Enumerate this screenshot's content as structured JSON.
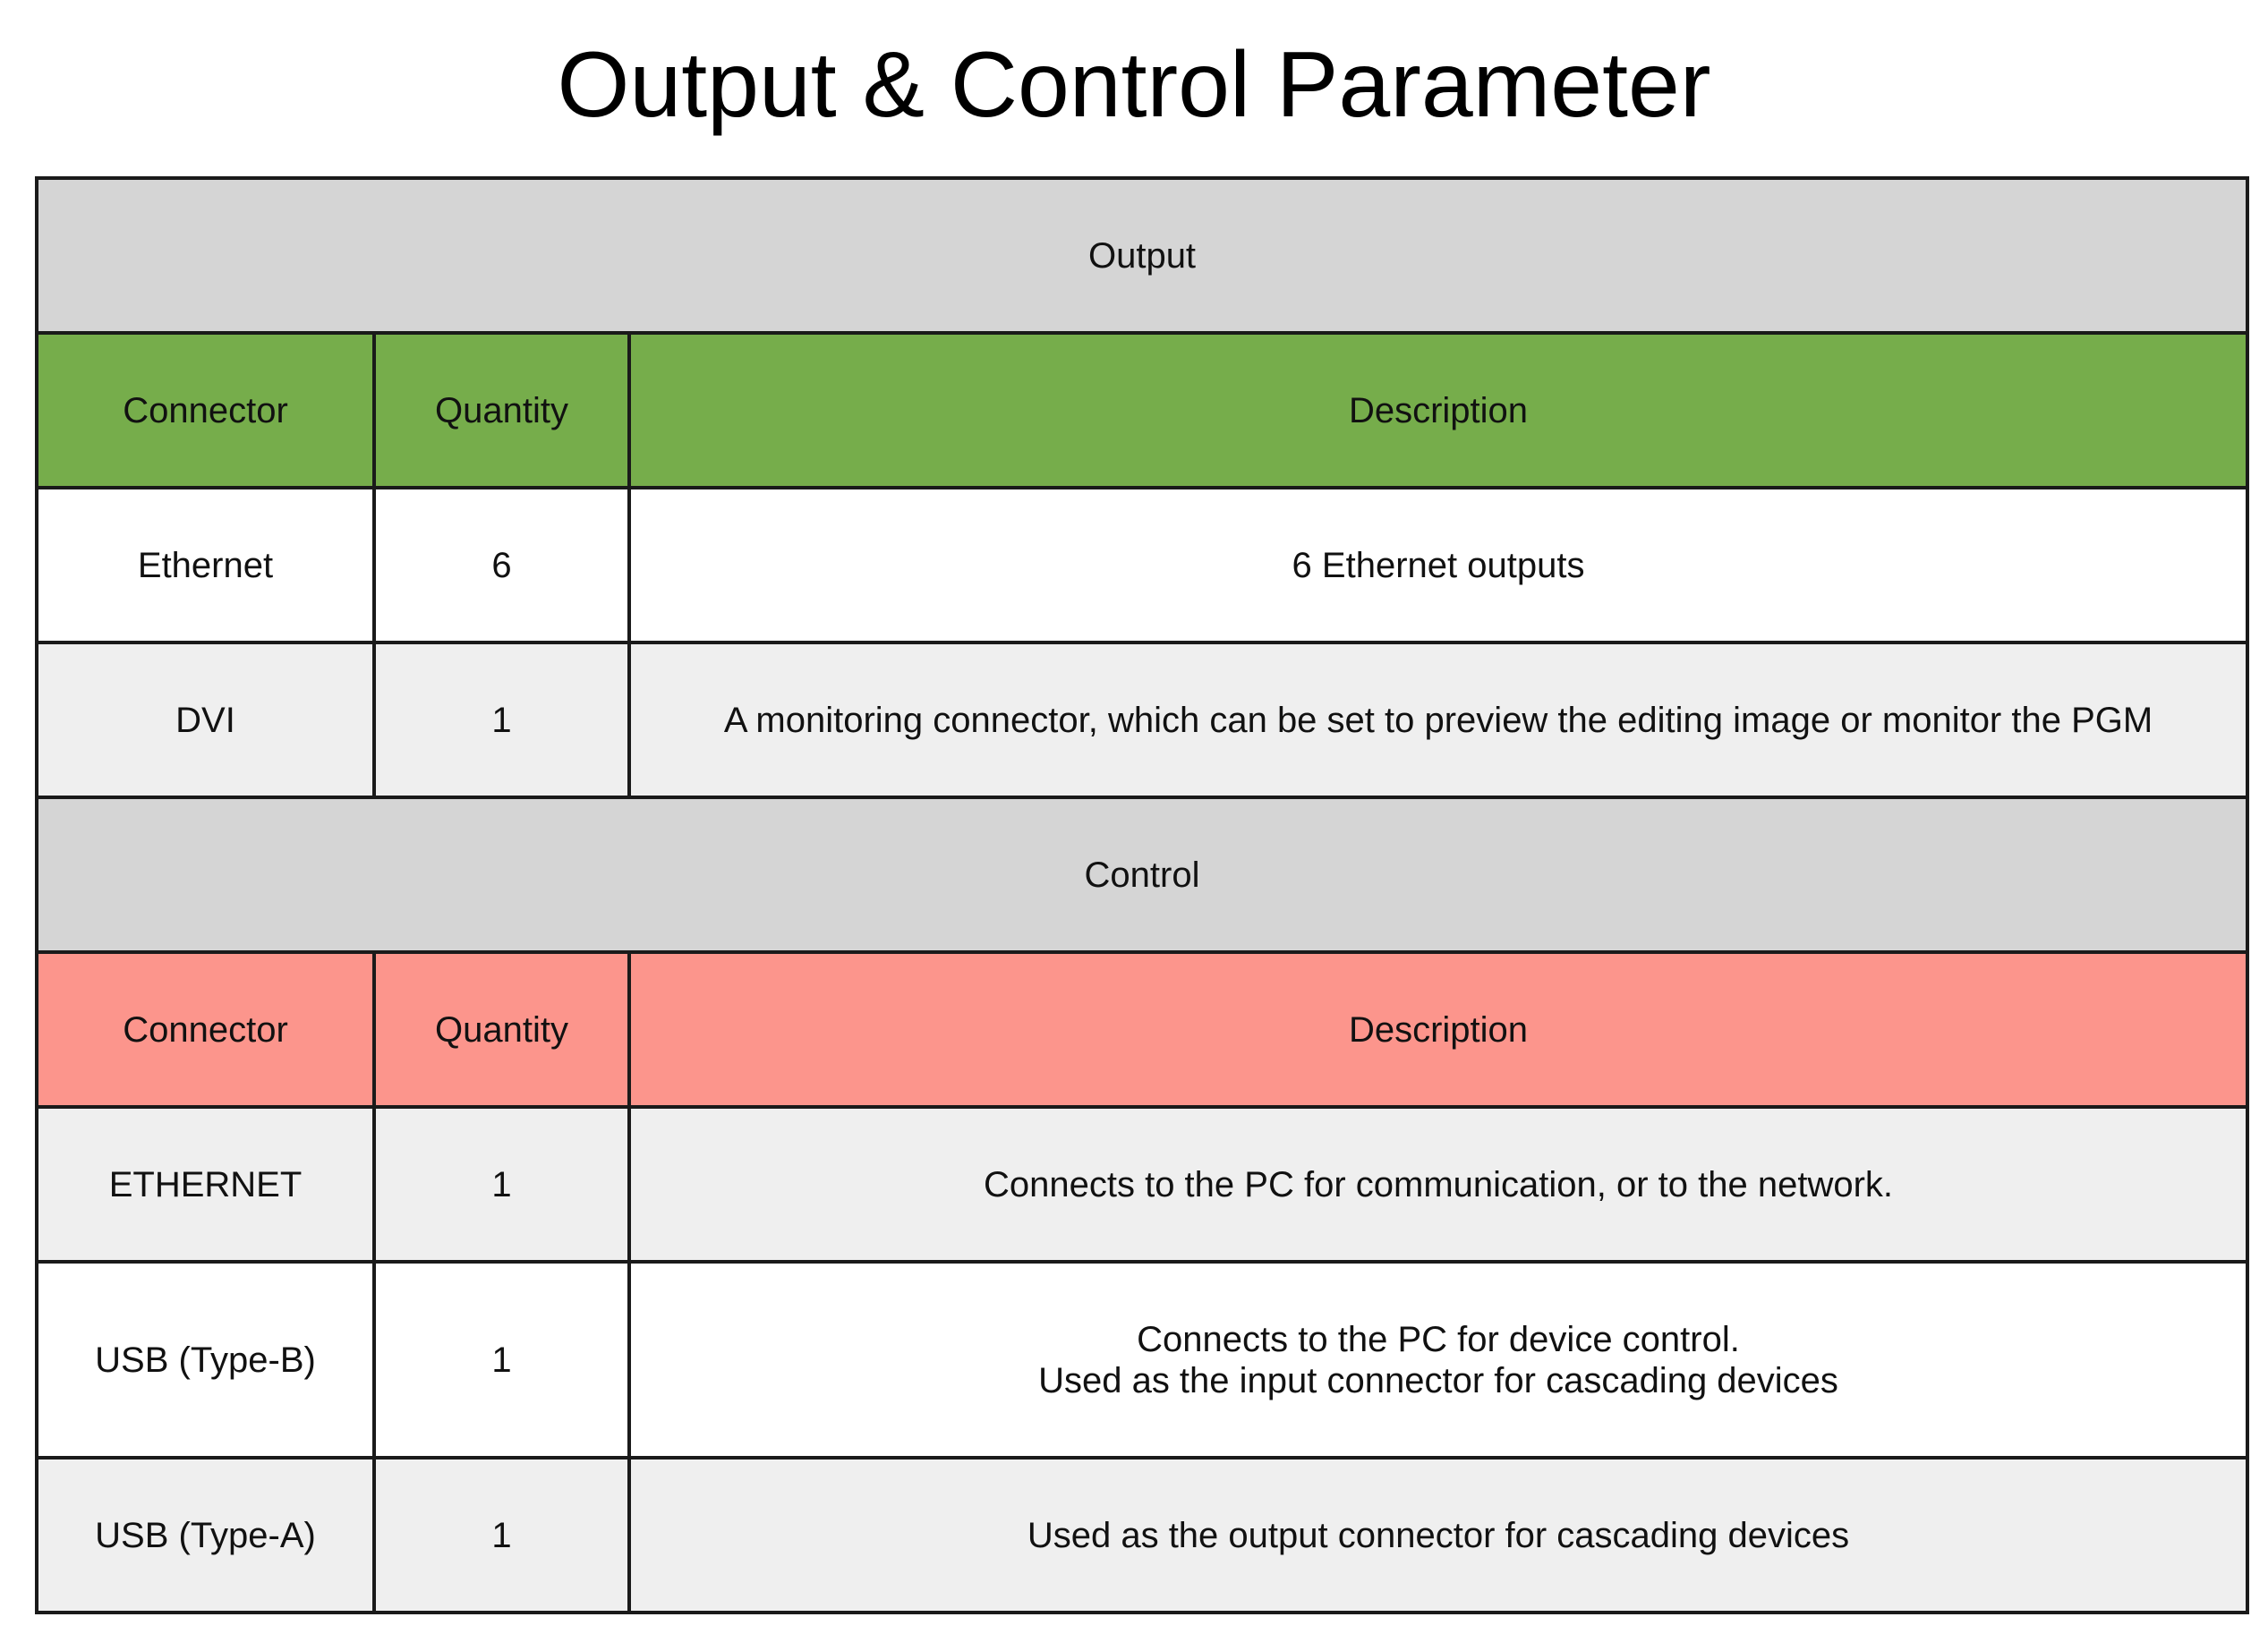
{
  "title": "Output & Control Parameter",
  "colors": {
    "section_band": "#d5d5d5",
    "output_header": "#76ad4b",
    "control_header": "#fc958c",
    "row_white": "#ffffff",
    "row_grey": "#efefef",
    "border": "#1a1a1a"
  },
  "output": {
    "section_label": "Output",
    "headers": {
      "connector": "Connector",
      "quantity": "Quantity",
      "description": "Description"
    },
    "rows": [
      {
        "connector": "Ethernet",
        "quantity": "6",
        "description": "6 Ethernet outputs"
      },
      {
        "connector": "DVI",
        "quantity": "1",
        "description": "A monitoring connector, which can be set to preview the editing image or monitor the PGM"
      }
    ]
  },
  "control": {
    "section_label": "Control",
    "headers": {
      "connector": "Connector",
      "quantity": "Quantity",
      "description": "Description"
    },
    "rows": [
      {
        "connector": "ETHERNET",
        "quantity": "1",
        "description": "Connects to the PC for communication, or to the network."
      },
      {
        "connector": "USB (Type-B)",
        "quantity": "1",
        "description_lines": [
          "Connects to the PC for device control.",
          "Used as the input connector for cascading devices"
        ]
      },
      {
        "connector": "USB (Type-A)",
        "quantity": "1",
        "description": "Used as the output connector for cascading devices"
      }
    ]
  }
}
